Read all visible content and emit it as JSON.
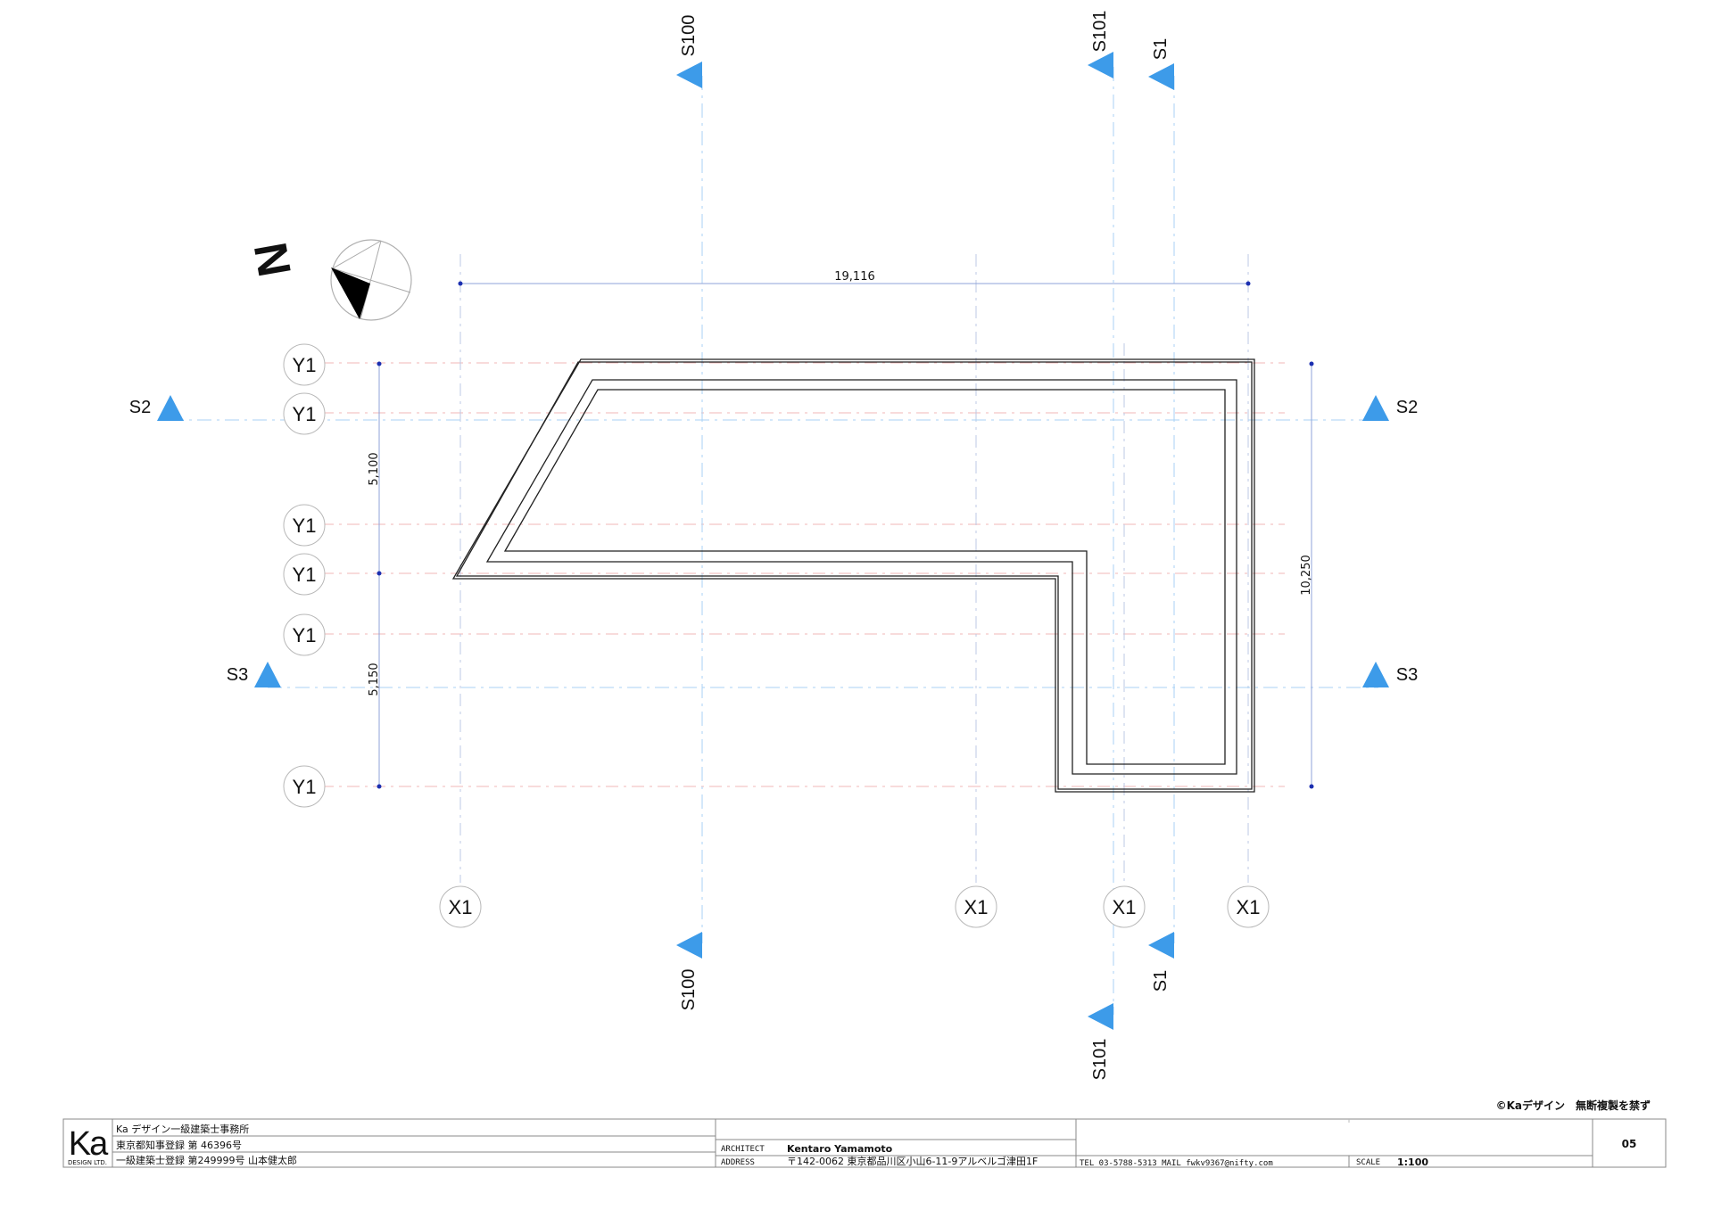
{
  "plan": {
    "grid_y_labels": [
      "Y1",
      "Y1",
      "Y1",
      "Y1",
      "Y1",
      "Y1"
    ],
    "grid_x_labels": [
      "X1",
      "X1",
      "X1",
      "X1"
    ],
    "section_marks": [
      "S2",
      "S2",
      "S3",
      "S3",
      "S100",
      "S100",
      "S1",
      "S1",
      "S101",
      "S101"
    ],
    "section_color": "#3d9be9",
    "dimensions": {
      "overall_width": "19,116",
      "overall_height": "10,250",
      "upper_span": "5,100",
      "lower_span": "5,150"
    },
    "north_label": "N"
  },
  "title_block": {
    "logo_mark": "Ka",
    "logo_sub": "DESIGN LTD.",
    "office_name": "Ka デザイン一級建築士事務所",
    "registration": "東京都知事登録 第 46396号",
    "architect_registration": "一級建築士登録 第249999号 山本健太郎",
    "architect_label": "ARCHITECT",
    "architect_value": "Kentaro Yamamoto",
    "address_label": "ADDRESS",
    "address_value": "〒142-0062 東京都品川区小山6-11-9アルベルゴ津田1F",
    "contact": "TEL 03-5788-5313 MAIL fwkv9367@nifty.com",
    "scale_label": "SCALE",
    "scale_value": "1:100",
    "sheet_number": "05",
    "copyright": "©Kaデザイン　無断複製を禁ず"
  }
}
